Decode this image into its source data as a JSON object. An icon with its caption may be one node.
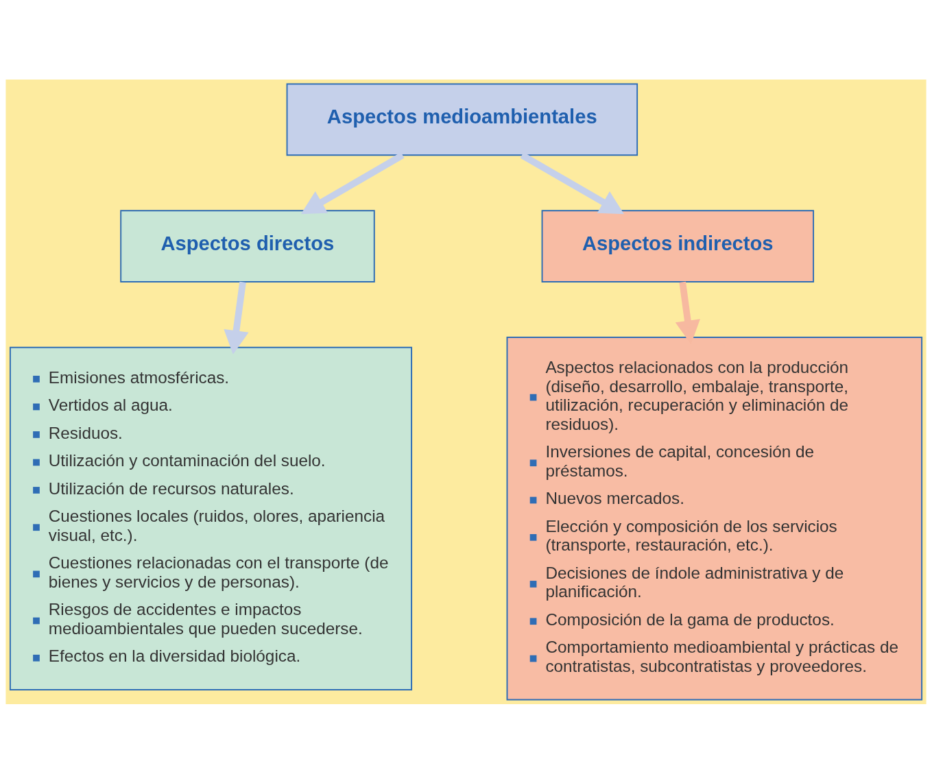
{
  "diagram": {
    "nodes": [
      {
        "text": [
          "Aspectos medioambientales"
        ]
      },
      {
        "text": [
          "Aspectos directos"
        ]
      },
      {
        "text": [
          "Aspectos indirectos"
        ]
      },
      {
        "text": [
          "Emisiones atmosféricas.",
          "Vertidos al agua.",
          "Residuos.",
          "Utilización y contaminación del suelo.",
          "Utilización de recursos naturales.",
          "Cuestiones locales (ruidos, olores, apariencia visual, etc.).",
          "Cuestiones relacionadas con el transporte (de bienes y servicios y de personas).",
          "Riesgos de accidentes e impactos medioambientales que pueden sucederse.",
          "Efectos en la diversidad biológica."
        ]
      },
      {
        "text": [
          "Aspectos relacionados con la producción (diseño, desarrollo, embalaje, transporte, utilización, recuperación y eliminación de residuos).",
          "Inversiones de capital, concesión de préstamos.",
          "Nuevos mercados.",
          "Elección y composición de los servicios (transporte, restauración, etc.).",
          "Decisiones de índole administrativa y de planificación.",
          "Composición de la gama de productos.",
          "Comportamiento medioambiental y prácticas de contratistas, subcontratistas y proveedores."
        ]
      }
    ],
    "edges": [
      {
        "from": 0,
        "to": 1,
        "arrow": "to"
      },
      {
        "from": 0,
        "to": 2,
        "arrow": "to"
      },
      {
        "from": 1,
        "to": 3,
        "arrow": "to"
      },
      {
        "from": 2,
        "to": 4,
        "arrow": "to",
        "color": "#f7b9a0"
      }
    ]
  }
}
